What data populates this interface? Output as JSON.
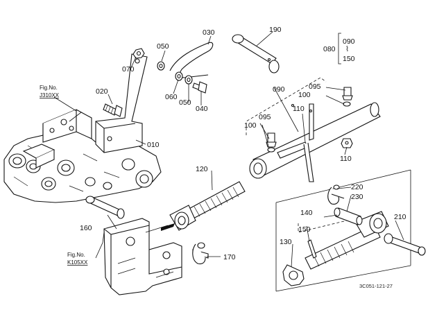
{
  "drawing_code": "3C051-121-27",
  "references": {
    "top": {
      "line1": "Fig.No.",
      "line2": "J310XX"
    },
    "bottom": {
      "line1": "Fig.No.",
      "line2": "K105XX"
    }
  },
  "parts": {
    "p010": "010",
    "p020": "020",
    "p030": "030",
    "p040": "040",
    "p050a": "050",
    "p050b": "050",
    "p060": "060",
    "p070": "070",
    "p080": "080",
    "p090a": "090",
    "p090b": "090",
    "p095a": "095",
    "p095b": "095",
    "p100a": "100",
    "p100b": "100",
    "p110a": "110",
    "p110b": "110",
    "p120": "120",
    "p130": "130",
    "p140": "140",
    "p150a": "150",
    "p150b": "150",
    "p160": "160",
    "p170": "170",
    "p190": "190",
    "p210": "210",
    "p220": "220",
    "p230": "230",
    "range_sep": "⌇"
  }
}
